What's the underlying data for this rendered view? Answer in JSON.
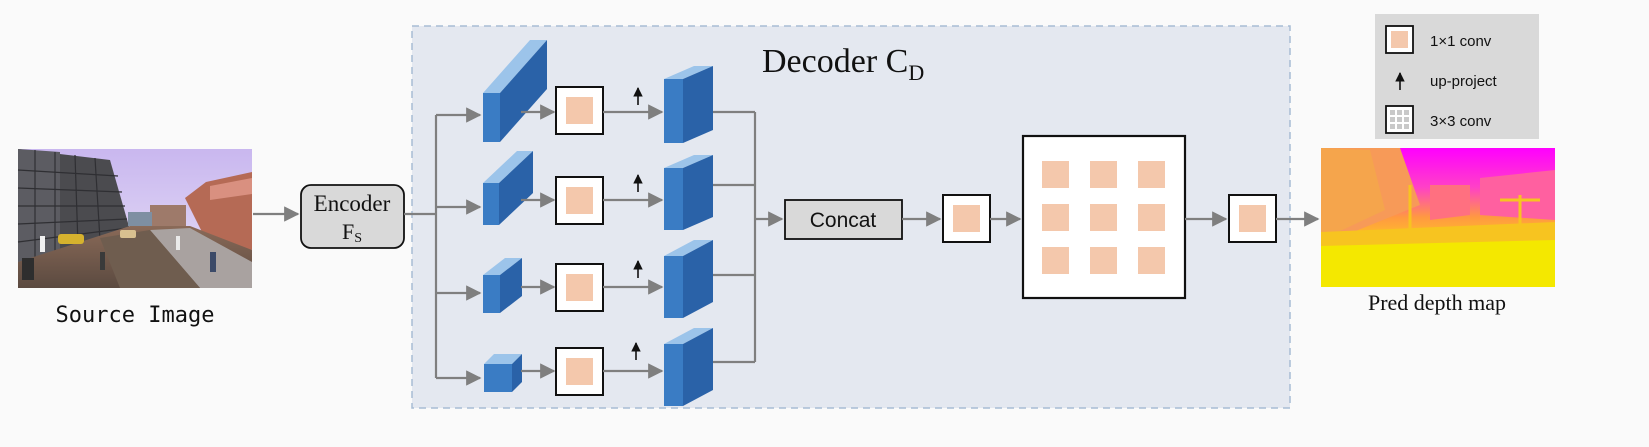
{
  "source": {
    "caption": "Source Image"
  },
  "encoder": {
    "label": "Encoder",
    "sub_main": "F",
    "sub_script": "S"
  },
  "decoder": {
    "title_main": "Decoder C",
    "title_sub": "D"
  },
  "concat": {
    "label": "Concat"
  },
  "output": {
    "caption": "Pred depth map"
  },
  "legend": {
    "items": [
      {
        "icon": "conv1x1-icon",
        "label": "1×1 conv"
      },
      {
        "icon": "up-arrow-icon",
        "label": "up-project"
      },
      {
        "icon": "conv3x3-icon",
        "label": "3×3 conv"
      }
    ]
  },
  "colors": {
    "background": "#fafafa",
    "decoder_panel": "#e4e8f0",
    "decoder_border": "#a8bcd4",
    "block_front": "#3a7cc4",
    "block_top": "#9cc4ea",
    "block_side": "#2a62a8",
    "conv_fill": "#f4c8ac",
    "arrow": "#7f7f7f",
    "gray_box": "#d9d9d9",
    "depth_top": "#ff00ff",
    "depth_mid": "#ff9a40",
    "depth_bottom": "#f4f000"
  }
}
